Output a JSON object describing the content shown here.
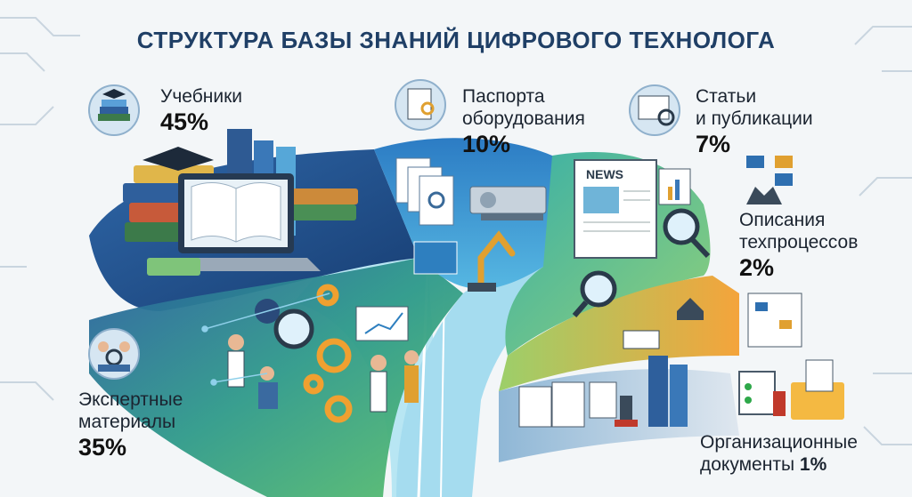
{
  "title": "СТРУКТУРА БАЗЫ ЗНАНИЙ ЦИФРОВОГО ТЕХНОЛОГА",
  "categories": {
    "textbooks": {
      "line1": "Учебники",
      "line2": "",
      "percent": "45%"
    },
    "passports": {
      "line1": "Паспорта",
      "line2": "оборудования",
      "percent": "10%"
    },
    "articles": {
      "line1": "Статьи",
      "line2": "и публикации",
      "percent": "7%"
    },
    "processes": {
      "line1": "Описания",
      "line2": "техпроцессов",
      "percent": "2%"
    },
    "expert": {
      "line1": "Экспертные",
      "line2": "материалы",
      "percent": "35%"
    },
    "org": {
      "line1": "Организационные",
      "line2": "документы",
      "percent": "1%"
    }
  },
  "illustrations": {
    "news_label": "NEWS"
  },
  "colors": {
    "title": "#1f3f66",
    "textbooks_band": "#1f4f8f",
    "expert_band": "#37a877",
    "passports_band": "#3c8fd0",
    "articles_band": "#6bc07a",
    "processes_band": "#f0a43a",
    "org_band": "#b8c6d6",
    "trunk": "#9fd8ee"
  },
  "icons": [
    "books-icon",
    "equipment-passport-icon",
    "articles-icon",
    "process-flow-icon",
    "experts-icon",
    "org-docs-icon",
    "graduation-cap-icon",
    "laptop-icon",
    "robot-arm-icon",
    "lathe-icon",
    "newspaper-icon",
    "magnifier-icon",
    "gears-icon",
    "people-icon",
    "factory-icon",
    "folders-icon",
    "stamp-icon"
  ]
}
